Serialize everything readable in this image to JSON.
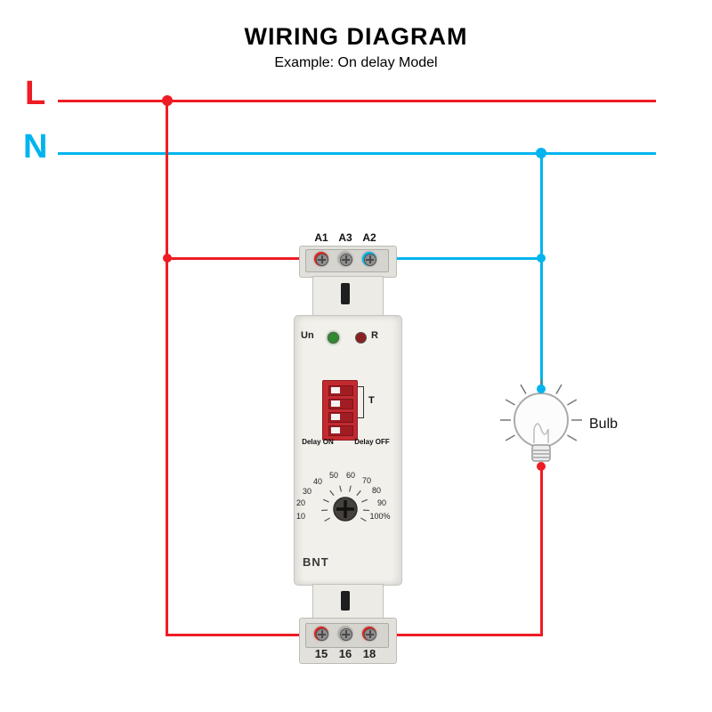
{
  "header": {
    "title": "WIRING DIAGRAM",
    "subtitle": "Example: On delay Model"
  },
  "supply": {
    "live_label": "L",
    "neutral_label": "N",
    "live_color": "#ee1c25",
    "neutral_color": "#00b4ef"
  },
  "relay": {
    "brand": "BNT",
    "top_terminals": [
      "A1",
      "A3",
      "A2"
    ],
    "bottom_terminals": [
      "15",
      "16",
      "18"
    ],
    "led_un_label": "Un",
    "led_r_label": "R",
    "dip_t_label": "T",
    "delay_on_label": "Delay ON",
    "delay_off_label": "Delay OFF",
    "dial_ticks": [
      "10",
      "20",
      "30",
      "40",
      "50",
      "60",
      "70",
      "80",
      "90",
      "100%"
    ],
    "led_green_color": "#2e8b2e",
    "led_red_color": "#8b2020",
    "dip_color": "#c32a30"
  },
  "load": {
    "bulb_label": "Bulb"
  }
}
